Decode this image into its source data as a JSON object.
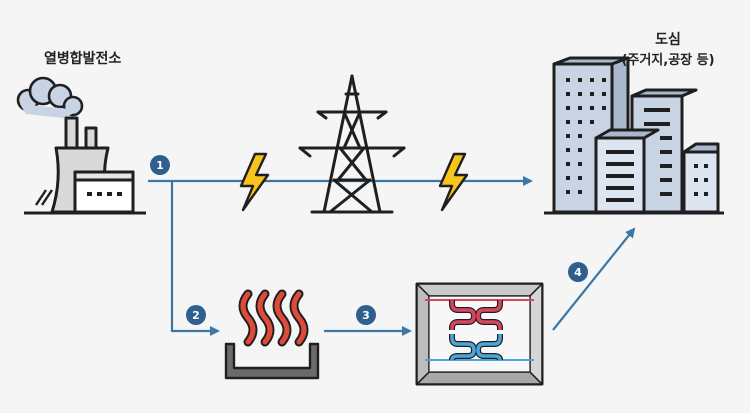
{
  "labels": {
    "power_plant": "열병합발전소",
    "city_title": "도심",
    "city_subtitle": "(주거지,공장 등)"
  },
  "steps": [
    "1",
    "2",
    "3",
    "4"
  ],
  "colors": {
    "background": "#f5f5f5",
    "arrow": "#3c78a5",
    "step_badge": "#2f5f8f",
    "bolt": "#f6c41a",
    "heater": "#e04a3a",
    "hot_pipe": "#d8455f",
    "cold_pipe": "#4aa5d8",
    "building": "#c8d4e4",
    "outline": "#1f1f1f"
  }
}
